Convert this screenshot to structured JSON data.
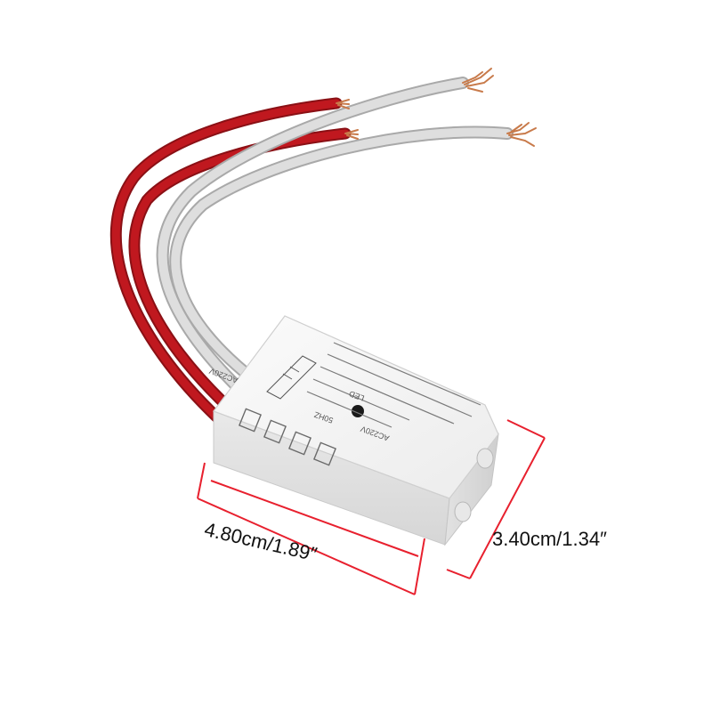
{
  "product": {
    "dimensions": {
      "width_label": "4.80cm/1.89″",
      "height_label": "3.40cm/1.34″"
    },
    "housing_print": [
      "AC220V",
      "50HZ",
      "LED",
      "AC220V"
    ],
    "colors": {
      "dimension_line": "#e8202e",
      "wire_red": "#c0181f",
      "wire_white": "#d8d8d8",
      "copper": "#c87a4a",
      "housing": "#f4f4f4"
    }
  }
}
